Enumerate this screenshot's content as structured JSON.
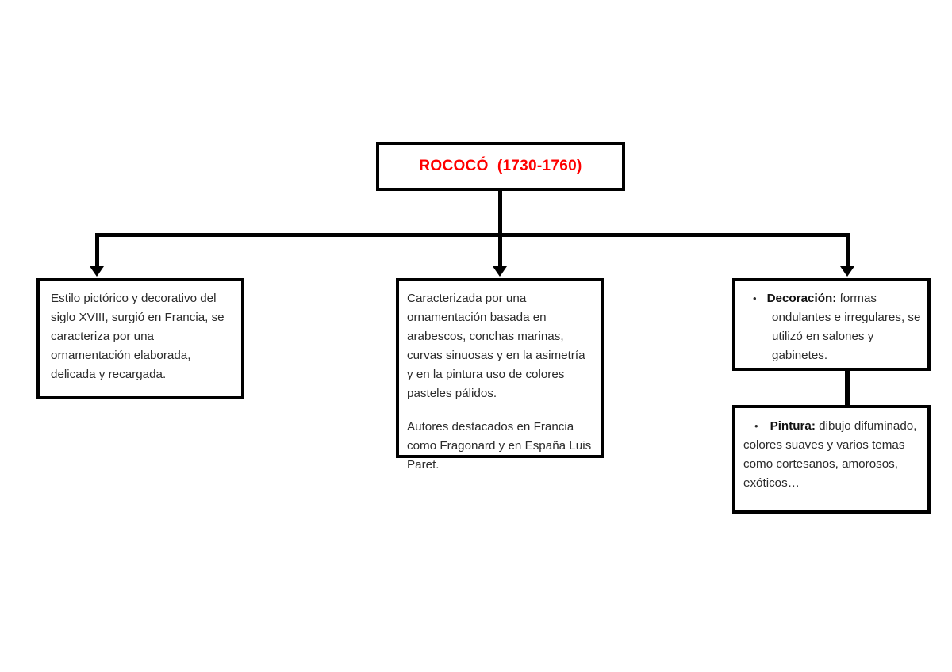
{
  "diagram": {
    "type": "flowchart",
    "title_node": {
      "label": "ROCOCÓ  (1730-1760)",
      "text_color": "#ff0000"
    },
    "nodes": [
      {
        "id": "estilo",
        "text": "Estilo pictórico y decorativo del siglo XVIII, surgió en Francia, se caracteriza por una ornamentación elaborada, delicada y recargada."
      },
      {
        "id": "caracterizada",
        "paragraph_1": "Caracterizada por una ornamentación basada en arabescos, conchas marinas, curvas sinuosas y en la asimetría y en la pintura uso de colores pasteles  pálidos.",
        "paragraph_2": "Autores destacados en Francia como Fragonard y en España Luis Paret."
      },
      {
        "id": "decoracion",
        "bullet_label": "Decoración:",
        "bullet_text": " formas ondulantes e irregulares, se utilizó en salones y gabinetes."
      },
      {
        "id": "pintura",
        "bullet_label": "Pintura:",
        "bullet_text": " dibujo difuminado, colores suaves y varios temas como cortesanos, amorosos, exóticos…"
      }
    ],
    "edges": [
      {
        "from": "title_node",
        "to": "estilo",
        "style": "arrow"
      },
      {
        "from": "title_node",
        "to": "caracterizada",
        "style": "arrow"
      },
      {
        "from": "title_node",
        "to": "decoracion",
        "style": "arrow"
      },
      {
        "from": "decoracion",
        "to": "pintura",
        "style": "plain-line"
      }
    ],
    "colors": {
      "border": "#000000",
      "background": "#ffffff",
      "body_text": "#2b2b2b",
      "accent": "#ff0000"
    },
    "bullet_glyph": "•"
  }
}
